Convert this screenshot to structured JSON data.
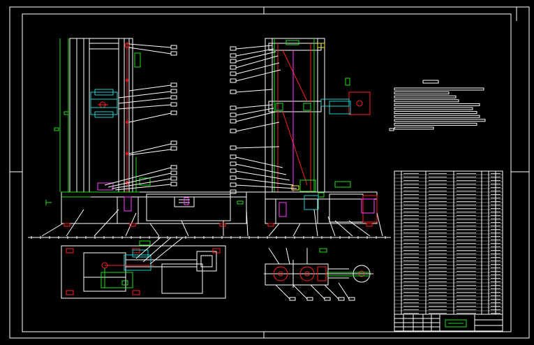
{
  "drawing": {
    "background": "#000000",
    "colors": {
      "frame": "#ffffff",
      "structure": "#ffffff",
      "accent_red": "#ff2020",
      "accent_green": "#20e020",
      "accent_magenta": "#ff40ff",
      "accent_cyan": "#20d0d0",
      "accent_yellow": "#f0f000"
    },
    "views": [
      "front-elevation",
      "side-elevation",
      "plan-view-left",
      "plan-view-right"
    ],
    "notes_block": "technical-requirements",
    "parts_list": "bill-of-materials",
    "title_block": "title-block"
  }
}
